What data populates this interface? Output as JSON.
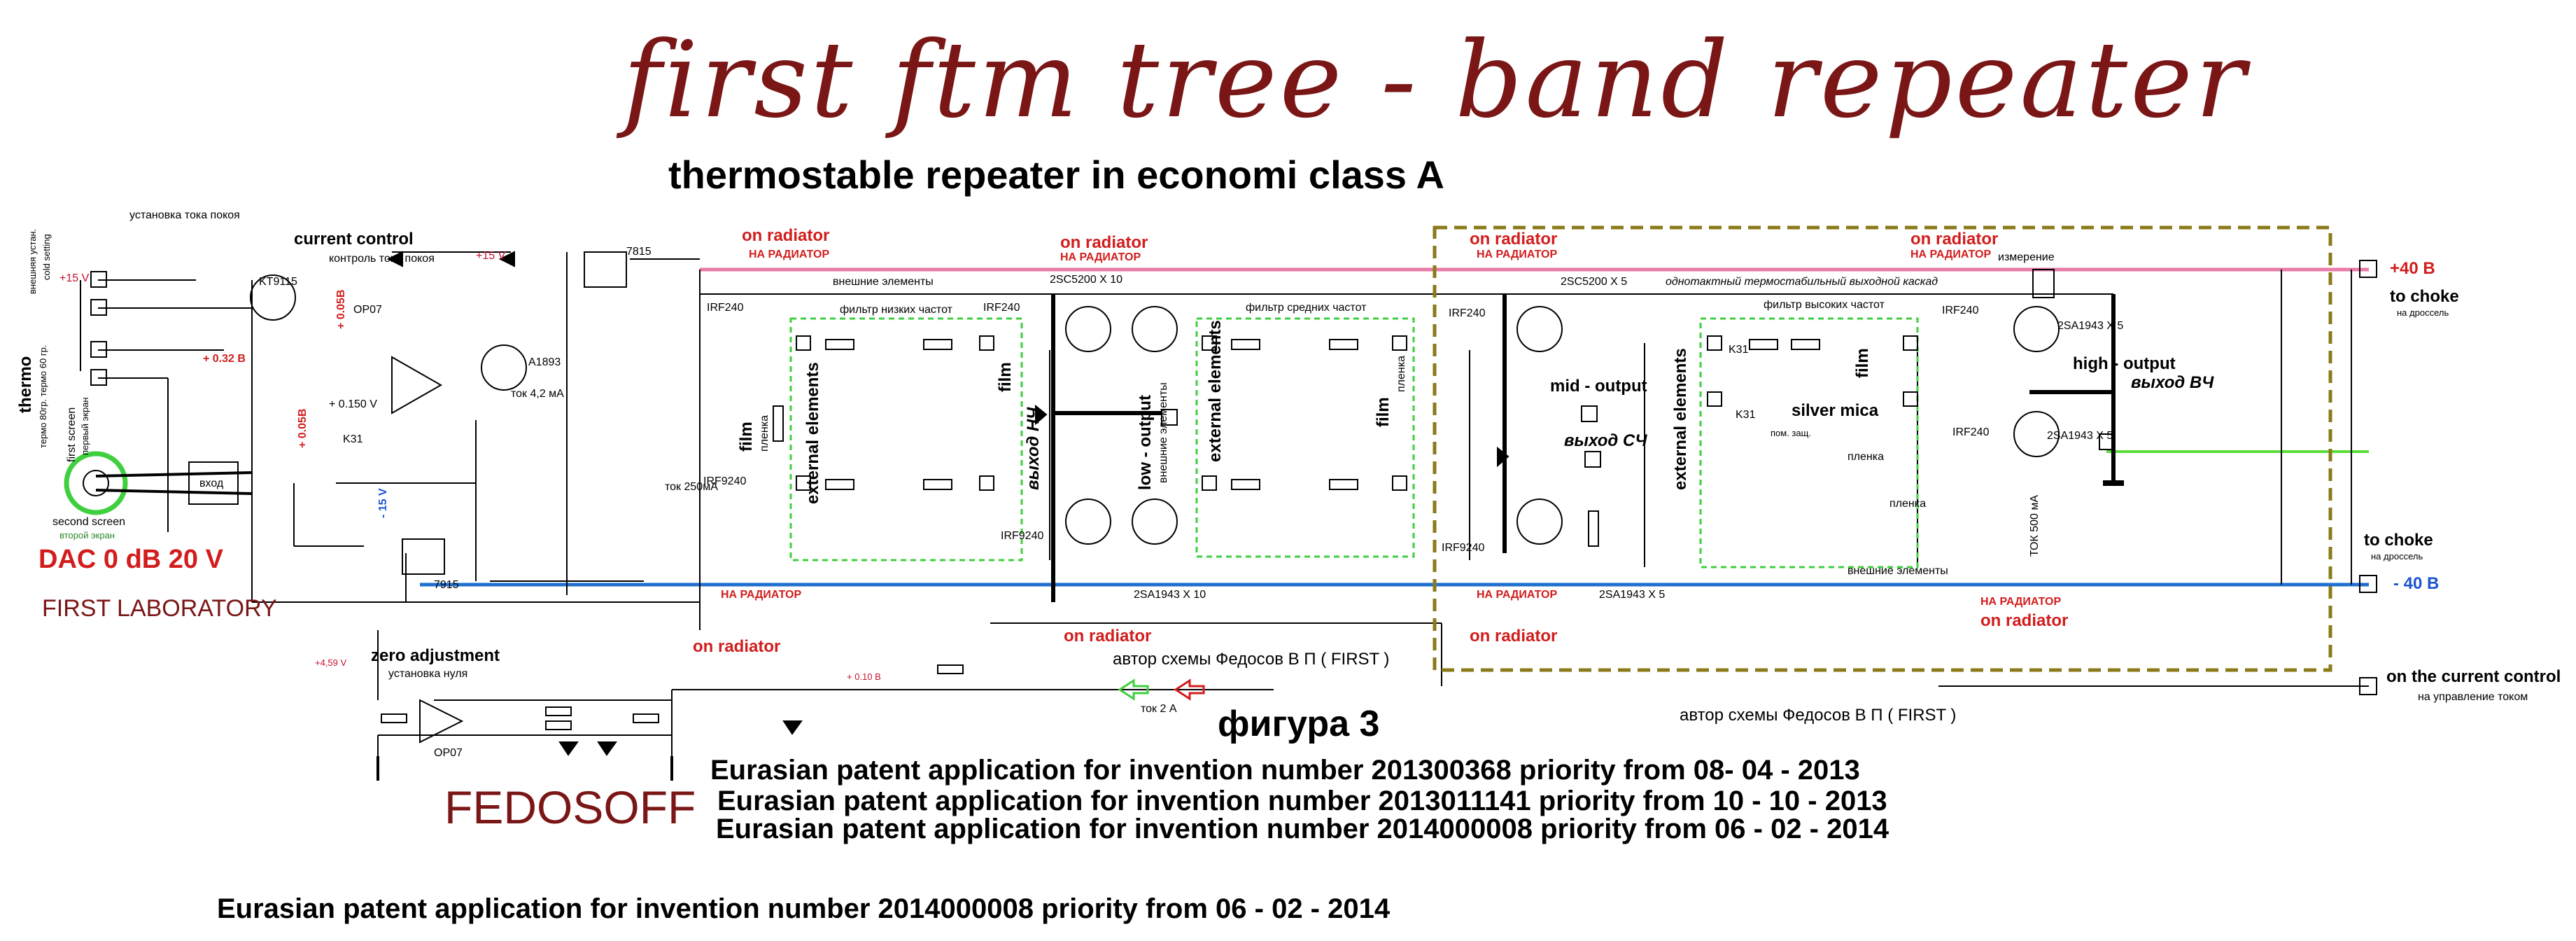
{
  "title": "first ftm tree - band repeater",
  "subtitle": "thermostable repeater in economi class A",
  "labels": {
    "install_quiescent": "установка тока покоя",
    "current_control": "current control",
    "current_control_ru": "контроль тока покоя",
    "kt9115": "KT9115",
    "op07_a": "OP07",
    "a1893": "A1893",
    "tok42": "ток 4,2 мА",
    "u7815": "7815",
    "u7915": "7915",
    "plus15": "+15 V",
    "plus15b": "+15 V",
    "minus15": "- 15 V",
    "v032": "+ 0.32  B",
    "v0058a": "+ 0.05B",
    "v0058b": "+ 0.05B",
    "v0150": "+ 0.150 V",
    "v459": "+4,59 V",
    "v010": "+ 0.10 B",
    "k31": "K31",
    "vhod": "вход",
    "thermo": "thermo",
    "thermo_ru": "термо 80гр. термо 60 гр.",
    "ext_setting": "внешняя устан.",
    "cold_setting": "cold setting",
    "first_screen": "first screen",
    "first_screen_ru": "первый экран",
    "second_screen": "second screen",
    "second_screen_ru": "второй экран",
    "dac": "DAC    0 dB   20 V",
    "first_lab": "FIRST LABORATORY",
    "fedosoff": "FEDOSOFF",
    "zero_adj": "zero adjustment",
    "zero_adj_ru": "установка нуля",
    "op07_b": "OP07",
    "on_radiator": "on radiator",
    "na_radiatore": "НА РАДИАТОР",
    "ext_elements_ru": "внешние элементы",
    "filter_low": "фильтр низких частот",
    "filter_mid": "фильтр средних частот",
    "filter_high": "фильтр высоких частот",
    "irf240": "IRF240",
    "irf9240": "IRF9240",
    "sc5200_10": "2SC5200 X 10",
    "sc5200_5": "2SC5200 X 5",
    "sa1943_10": "2SA1943  X 10",
    "sa1943_5": "2SA1943  X 5",
    "sa1943_5b": "2SA1943  X 5",
    "sa1943_5c": "2SA1943  X 5",
    "vyhod_nch": "выход НЧ",
    "low_output": "low - output",
    "low_output_ru": "внешние элементы",
    "external_elements": "external elements",
    "film": "film",
    "plenka": "пленка",
    "mid_output": "mid - output",
    "vyhod_sch": "выход СЧ",
    "high_output": "high - output",
    "vyhod_vch": "выход ВЧ",
    "one_cycle": "однотактный  термостабильный выходной  каскад",
    "measure": "измерение",
    "silver_mica": "silver mica",
    "pom_zashch": "пом. защ.",
    "tok250": "ток 250мА",
    "tok500": "ТОК 500 мА",
    "tok2a": "ток 2 А",
    "plus40": "+40  B",
    "minus40": "- 40  B",
    "to_choke": "to choke",
    "na_drossel": "на дроссель",
    "on_current_control": "on the current control",
    "na_upravlenie": "на управление током",
    "author": "автор схемы Федосов В П  ( FIRST )",
    "figure": "фигура 3"
  },
  "patents": [
    "Eurasian patent application for invention number 201300368 priority from 08- 04 - 2013",
    "Eurasian patent application for invention number 2013011141 priority from 10 - 10 - 2013",
    "Eurasian patent application for invention number 2014000008 priority from 06 - 02 - 2014",
    "Eurasian patent application for invention number 2014000008 priority from 06 - 02 - 2014"
  ],
  "colors": {
    "title": "#7a1616",
    "pos_rail": "#e87aa8",
    "neg_rail": "#1e6fd0",
    "green_box": "#3fcf3f",
    "radiator_box": "#8a7a1a",
    "accent_red": "#d21d1d"
  }
}
